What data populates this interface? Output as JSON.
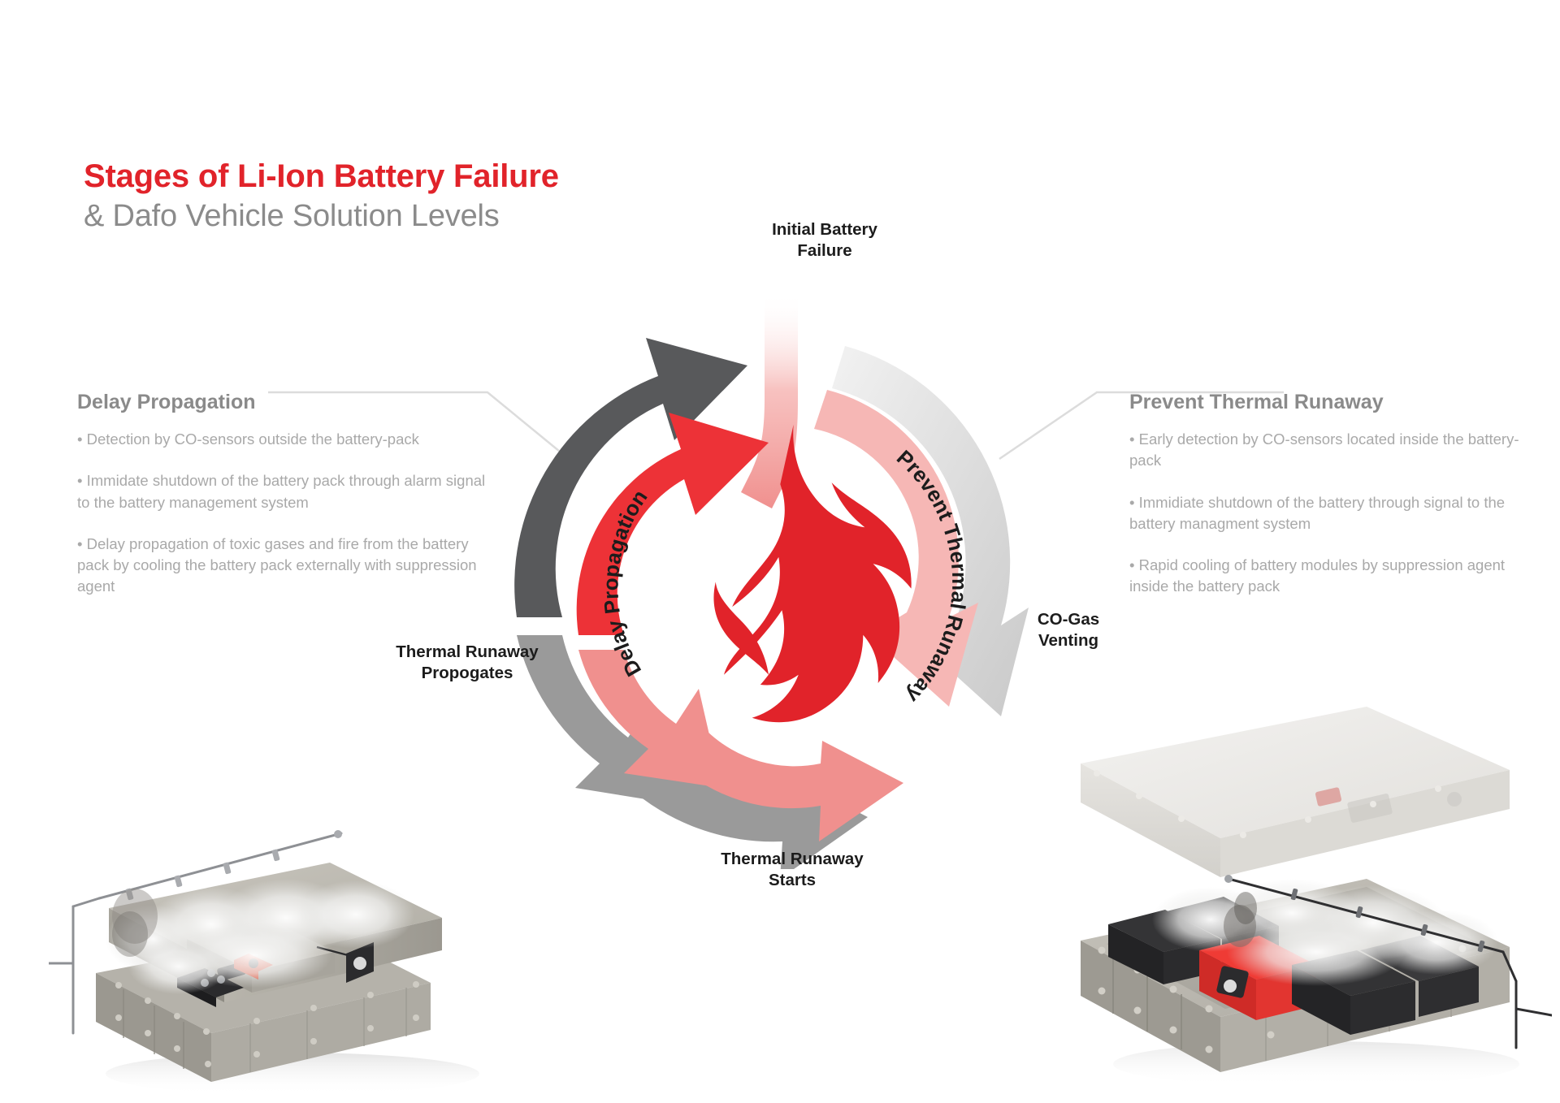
{
  "title": {
    "main": "Stages of Li-Ion Battery Failure",
    "sub": "& Dafo Vehicle Solution Levels"
  },
  "colors": {
    "brand_red": "#e1232a",
    "accent_red": "#ed3237",
    "soft_red": "#f08d8e",
    "dark_grey": "#58595b",
    "mid_grey": "#9a9a9a",
    "light_grey": "#d8d8d8",
    "pale_grey": "#ececec",
    "heading_grey": "#8a8a8a",
    "body_grey": "#a9a9a9"
  },
  "panels": {
    "left": {
      "heading": "Delay Propagation",
      "bullets": [
        "• Detection by CO-sensors outside the battery-pack",
        "• Immidate shutdown of the battery pack through alarm signal to the battery management system",
        "• Delay propagation of toxic gases and fire from the battery pack by cooling the battery pack externally with suppression agent"
      ]
    },
    "right": {
      "heading": "Prevent Thermal Runaway",
      "bullets": [
        "• Early detection by CO-sensors located inside the battery-pack",
        "• Immidiate shutdown of the battery through signal to the battery managment system",
        "• Rapid cooling of battery modules by suppression agent inside the battery pack"
      ]
    }
  },
  "cycle": {
    "stages": [
      {
        "id": "initial-battery-failure",
        "label": "Initial Battery\nFailure"
      },
      {
        "id": "co-gas-venting",
        "label": "CO-Gas\nVenting"
      },
      {
        "id": "thermal-runaway-starts",
        "label": "Thermal Runaway\nStarts"
      },
      {
        "id": "thermal-runaway-propogates",
        "label": "Thermal Runaway\nPropogates"
      }
    ],
    "arc_labels": {
      "inner_left": "Delay Propagation",
      "inner_right": "Prevent Thermal Runaway"
    },
    "center_icon": "flame-icon"
  },
  "renders": {
    "left": {
      "name": "battery-pack-external-suppression",
      "caption_icons": [
        "smoke-plume",
        "suppression-pipe",
        "co-sensor-module"
      ]
    },
    "right": {
      "name": "battery-pack-internal-suppression-exploded",
      "caption_icons": [
        "lid-panel",
        "battery-modules",
        "red-suppression-unit",
        "smoke-plume"
      ]
    }
  }
}
